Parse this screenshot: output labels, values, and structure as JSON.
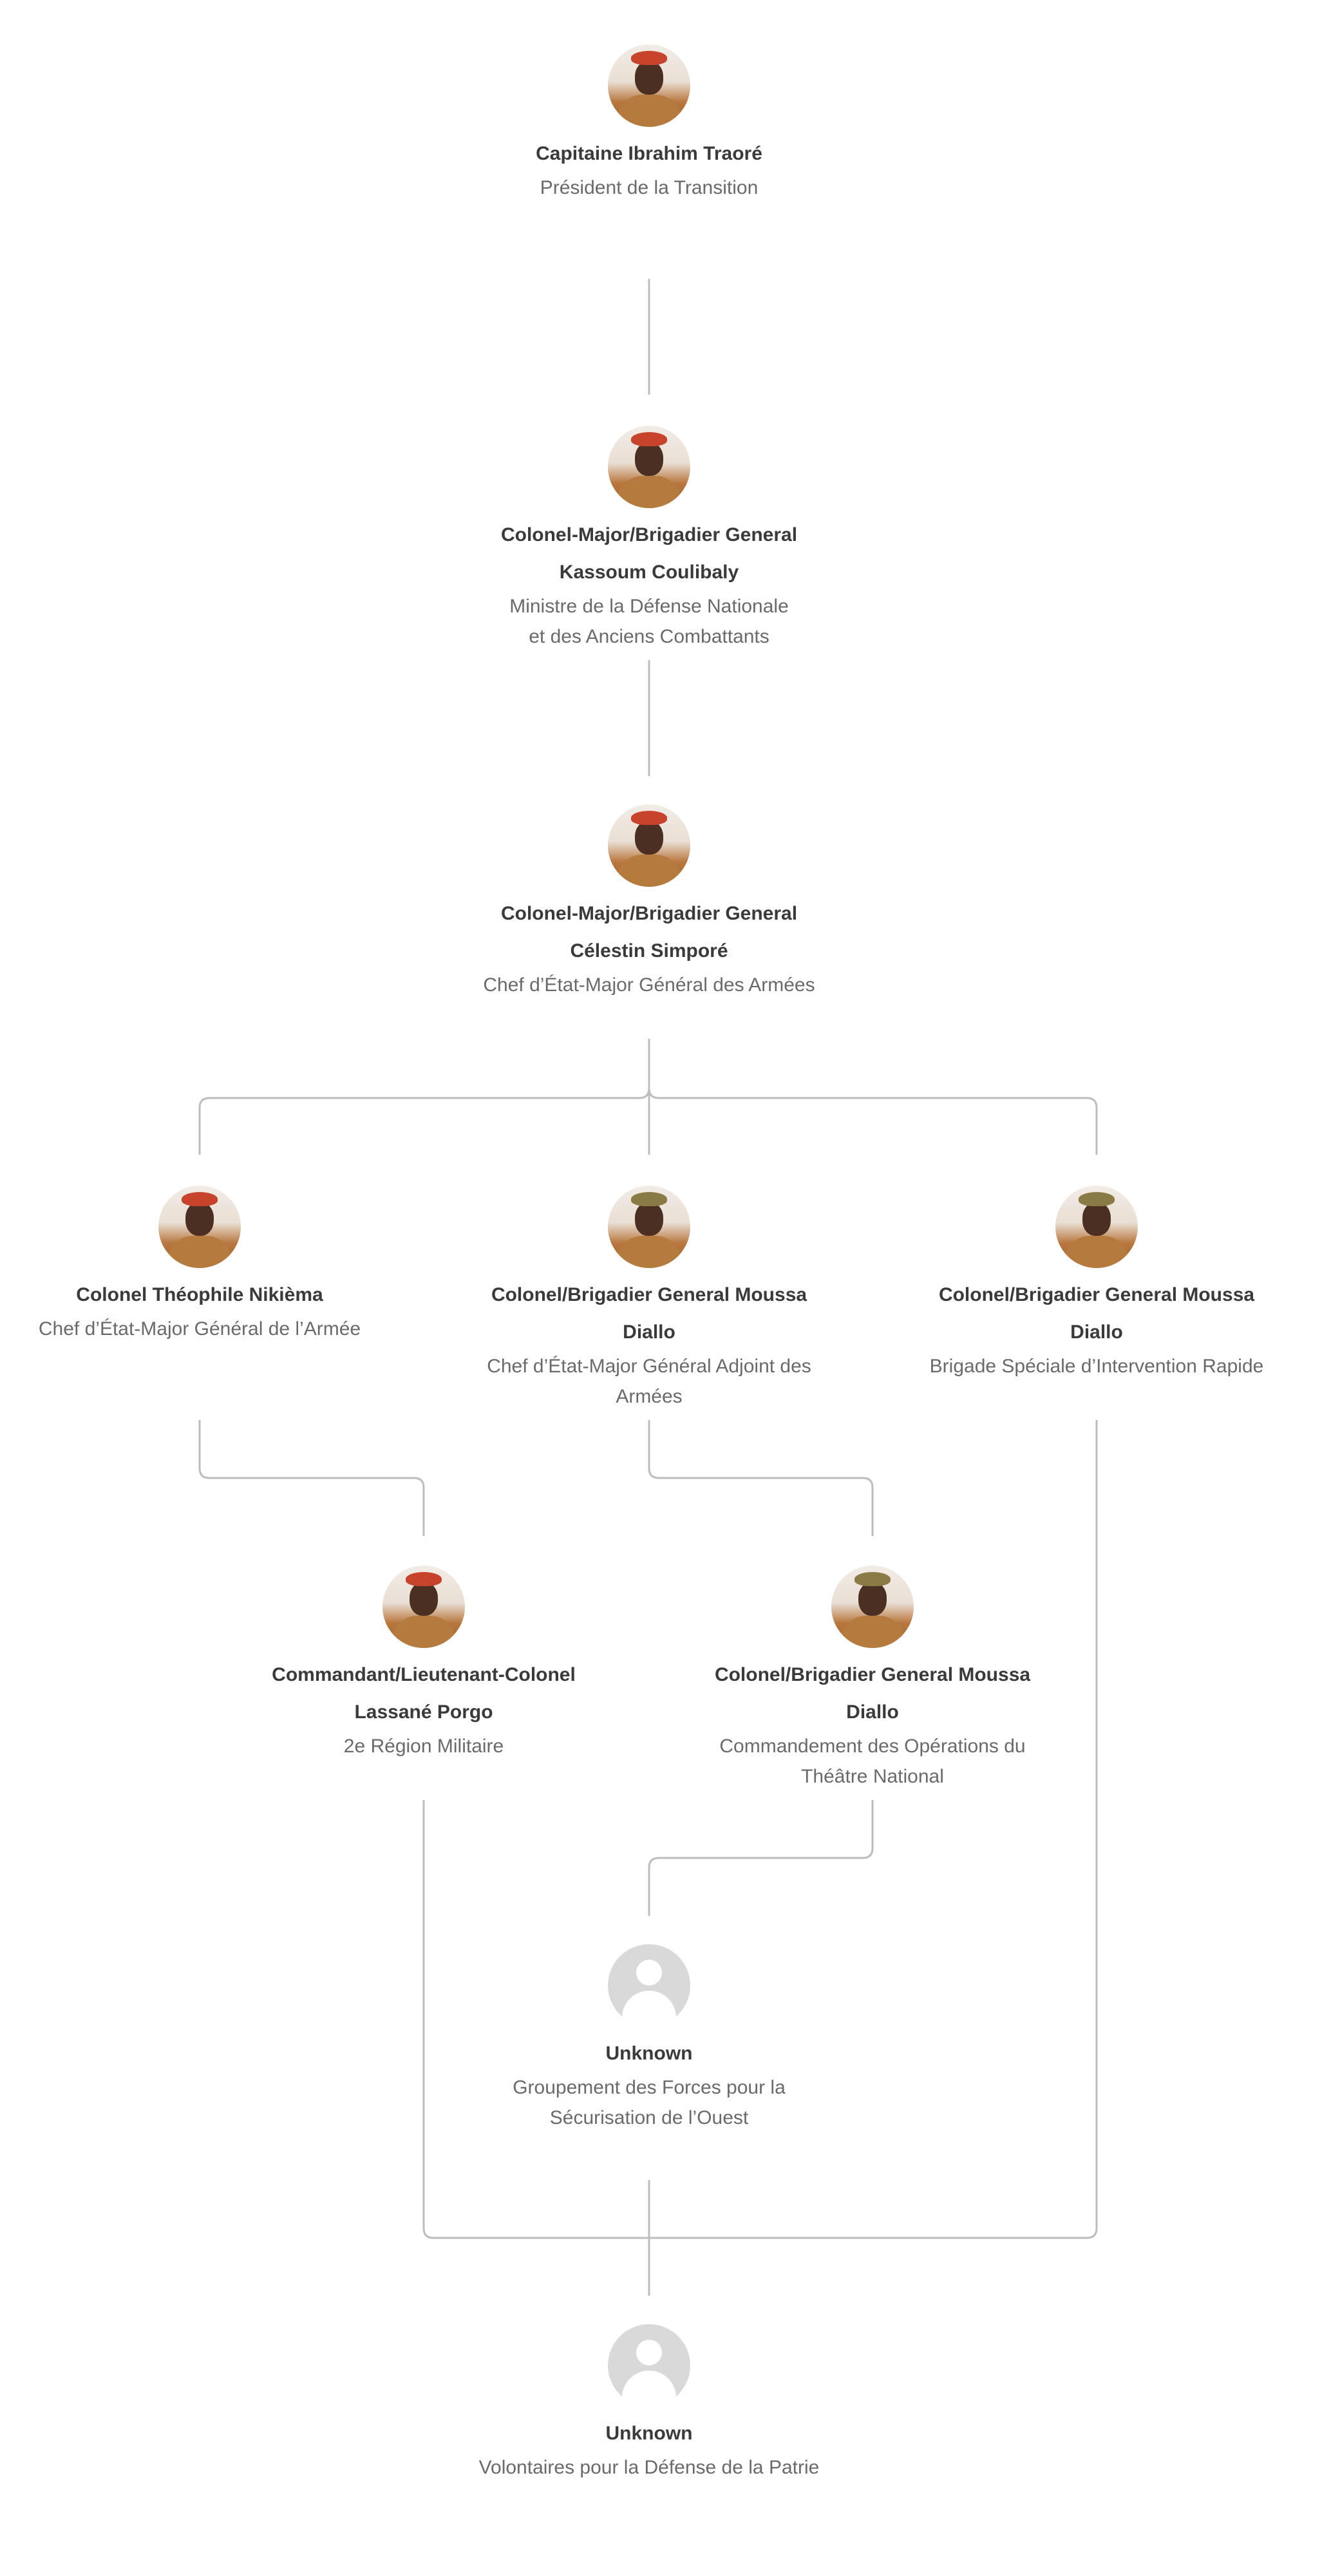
{
  "nodes": [
    {
      "name": "Capitaine Ibrahim Traoré",
      "title": "Président de la Transition",
      "avatar": "photo"
    },
    {
      "name": "Colonel-Major/Brigadier General Kassoum Coulibaly",
      "title": "Ministre de la Défense Nationale et des Anciens Combattants",
      "avatar": "photo"
    },
    {
      "name": "Colonel-Major/Brigadier General Célestin Simporé",
      "title": "Chef d’État-Major Général des Armées",
      "avatar": "photo"
    },
    {
      "name": "Colonel Théophile Nikièma",
      "title": "Chef d’État-Major Général de l’Armée",
      "avatar": "photo"
    },
    {
      "name": "Colonel/Brigadier General Moussa Diallo",
      "title": "Chef d’État-Major Général Adjoint des Armées",
      "avatar": "photo"
    },
    {
      "name": "Colonel/Brigadier General Moussa Diallo",
      "title": "Brigade Spéciale d’Intervention Rapide",
      "avatar": "photo"
    },
    {
      "name": "Commandant/Lieutenant-Colonel Lassané Porgo",
      "title": "2e Région Militaire",
      "avatar": "photo"
    },
    {
      "name": "Colonel/Brigadier General Moussa Diallo",
      "title": "Commandement des Opérations du Théâtre National",
      "avatar": "photo"
    },
    {
      "name": "Unknown",
      "title": "Groupement des Forces pour la Sécurisation de l’Ouest",
      "avatar": "unknown"
    },
    {
      "name": "Unknown",
      "title": "Volontaires pour la Défense de la Patrie",
      "avatar": "unknown"
    }
  ],
  "colors": {
    "line": "#bdbdbd",
    "name": "#3a3a3a",
    "title": "#6a6a6a",
    "placeholder": "#d9d9d9"
  }
}
